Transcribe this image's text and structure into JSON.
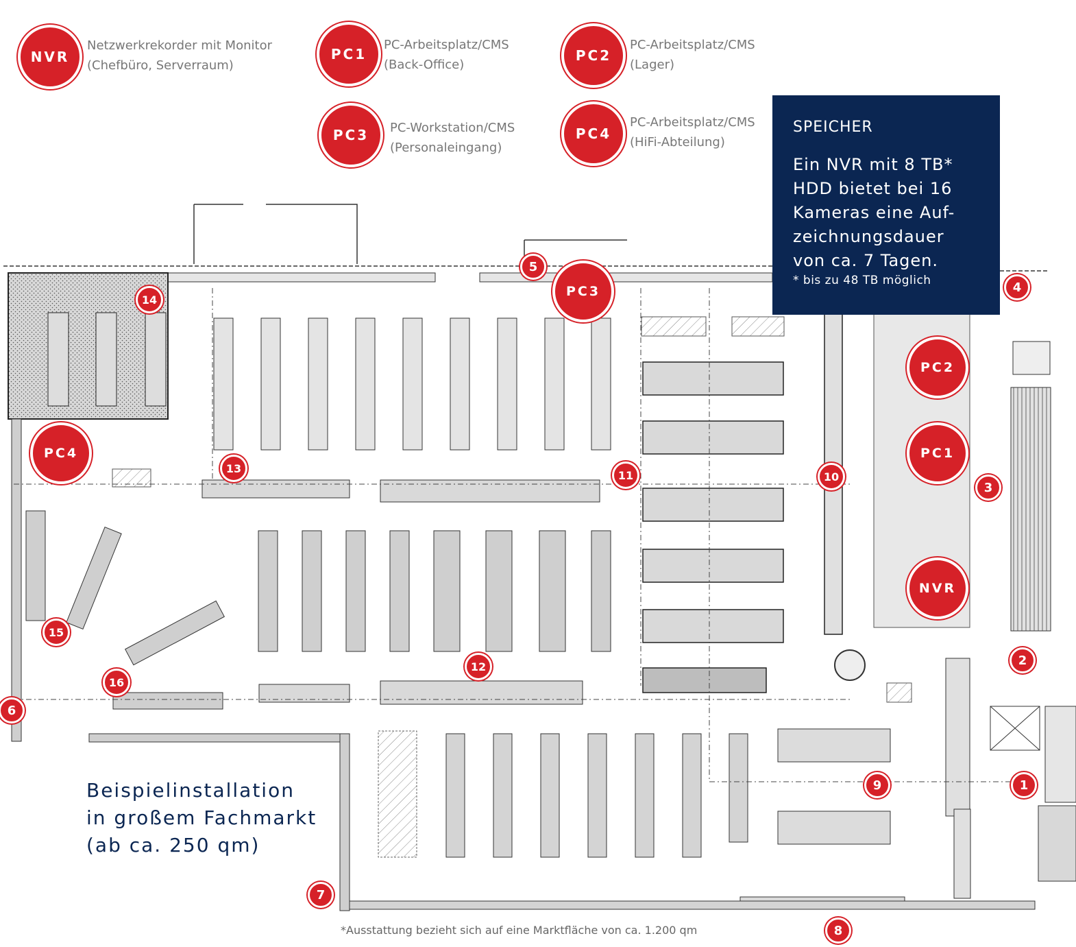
{
  "legend": [
    {
      "code": "NVR",
      "line1": "Netzwerkrekorder mit Monitor",
      "line2": "(Chefbüro, Serverraum)"
    },
    {
      "code": "PC1",
      "line1": "PC-Arbeitsplatz/CMS",
      "line2": "(Back-Office)"
    },
    {
      "code": "PC2",
      "line1": "PC-Arbeitsplatz/CMS",
      "line2": "(Lager)"
    },
    {
      "code": "PC3",
      "line1": "PC-Workstation/CMS",
      "line2": "(Personaleingang)"
    },
    {
      "code": "PC4",
      "line1": "PC-Arbeitsplatz/CMS",
      "line2": "(HiFi-Abteilung)"
    }
  ],
  "info_box": {
    "title": "SPEICHER",
    "body": "Ein NVR mit 8 TB* HDD bietet bei 16 Kameras eine Auf-zeichnungsdauer von ca. 7 Tagen.",
    "body_lines": [
      "Ein NVR mit 8 TB*",
      "HDD bietet bei 16",
      "Kameras eine Auf-",
      "zeichnungsdauer",
      "von ca. 7 Tagen."
    ],
    "footnote": "* bis zu 48 TB möglich"
  },
  "caption_lines": [
    "Beispielinstallation",
    "in großem Fachmarkt",
    "(ab ca. 250 qm)"
  ],
  "footnote": "*Ausstattung bezieht sich auf eine Marktfläche von ca. 1.200 qm",
  "cameras": [
    "1",
    "2",
    "3",
    "4",
    "5",
    "6",
    "7",
    "8",
    "9",
    "10",
    "11",
    "12",
    "13",
    "14",
    "15",
    "16"
  ],
  "map_badges": [
    "PC3",
    "PC2",
    "PC1",
    "NVR",
    "PC4"
  ],
  "colors": {
    "accent_red": "#d62128",
    "navy": "#0b2652",
    "legend_grey": "#777777"
  }
}
